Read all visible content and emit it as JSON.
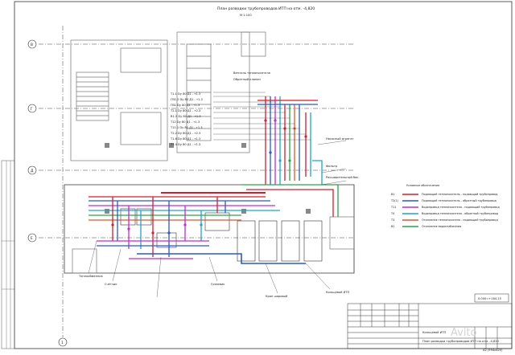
{
  "drawing": {
    "title": "План разводки трубопроводов ИТП на отм. -4,820",
    "scale": "М 1:100",
    "level_mark": "0.000=+164.15",
    "sheet_format": "А2 (594х420)",
    "stamp_name": "Кольцевой ИТП",
    "stamp_sheet": "План разводки трубопроводов ИТП на отм. -4,820"
  },
  "axes": {
    "rows": [
      "В",
      "Г",
      "Д",
      "Е"
    ],
    "cols": [
      "1"
    ]
  },
  "legend": {
    "title": "Условные обозначения",
    "items": [
      {
        "code": "В1",
        "text": "Подающий теплоноситель - подающий трубопровод",
        "color": "#d81c2a"
      },
      {
        "code": "Т2(1)",
        "text": "Подающий теплоноситель - обратный трубопровод",
        "color": "#2b56d6"
      },
      {
        "code": "Т11",
        "text": "Водопровод теплоносителя - подающий трубопровод",
        "color": "#c22bd4"
      },
      {
        "code": "Т4",
        "text": "Водопровод теплоносителя - обратный трубопровод",
        "color": "#1fa3d0"
      },
      {
        "code": "Т3",
        "text": "Отопление теплоносителя - подающий трубопровод",
        "color": "#e0562b"
      },
      {
        "code": "В2",
        "text": "Отопление водоснабжения",
        "color": "#2aa34a"
      }
    ]
  },
  "labels_left": [
    "Т1.1 Dy 80 Д1 - т1.3",
    "ГВ1.2 Dy 80 Д1 - т1.3",
    "ГВ1 Dy 80 Д1 - т1.3",
    "Т2.1 Dy 80 Д1 - т2.3",
    "В1.2 Dy 80 Д1 - т1.3",
    "Т12 Dy 80 Д1 - т1.3",
    "Т11.1 Dy 80 Д1 - т1.3",
    "Т2.2 Dy 80 Д1 - т2.3",
    "Т1.6 Dy 80 Д1 - т1.3",
    "Т1.4 Dy 80 Д1 - т1.3"
  ],
  "labels_misc": [
    "Вентиль теплоносителя",
    "Обратный клапан",
    "Насосный агрегат",
    "Фильтр",
    "Расширительный бак",
    "Теплообменник",
    "Счётчик",
    "Кольцевой ИТП",
    "Грязевик",
    "Кран шаровой"
  ],
  "pipe_colors": {
    "red": "#d81c2a",
    "blue": "#2b56d6",
    "magenta": "#c22bd4",
    "cyan": "#1fa3d0",
    "green": "#2aa34a"
  },
  "watermark": "Avito"
}
